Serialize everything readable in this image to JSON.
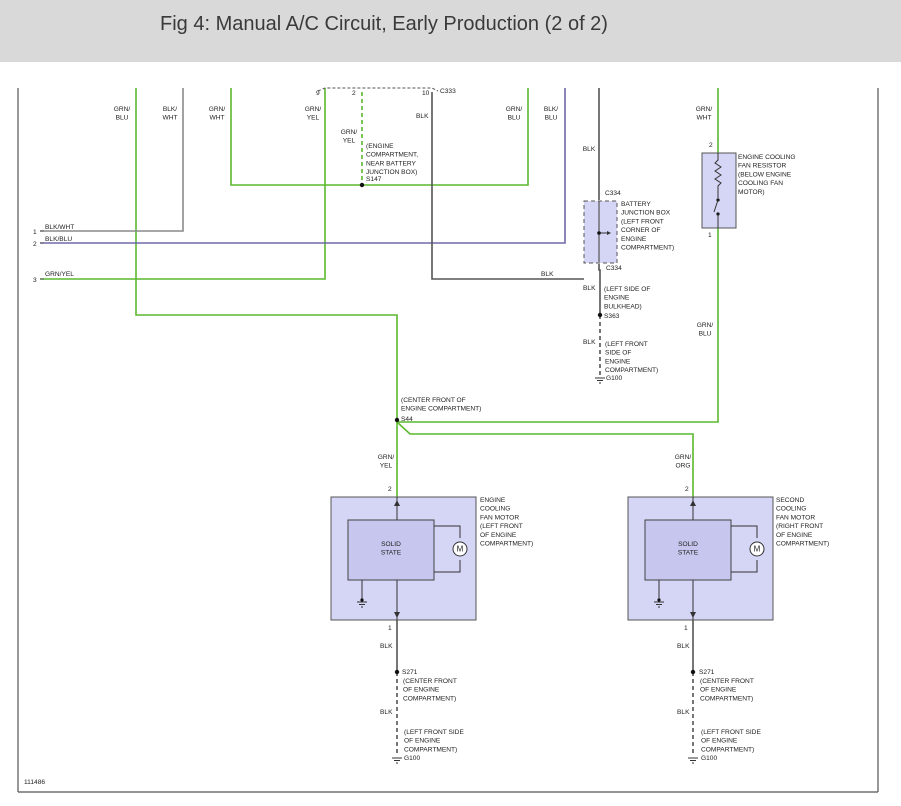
{
  "title": "Fig 4: Manual A/C Circuit, Early Production (2 of 2)",
  "figure_number": "111486",
  "top_wires": [
    {
      "label": "GRN/\nBLU"
    },
    {
      "label": "BLK/\nWHT"
    },
    {
      "label": "GRN/\nWHT"
    },
    {
      "label": "GRN/\nYEL"
    },
    {
      "label": "GRN/\nBLU"
    },
    {
      "label": "BLK/\nBLU"
    },
    {
      "label": "BLK"
    },
    {
      "label": "GRN/\nWHT"
    }
  ],
  "connector_c333": {
    "name": "C333",
    "pins": [
      "9",
      "2",
      "10"
    ],
    "wire_2": "GRN/\nYEL",
    "wire_10": "BLK"
  },
  "splice_s147": {
    "desc": "(ENGINE\nCOMPARTMENT,\nNEAR BATTERY\nJUNCTION BOX)",
    "name": "S147"
  },
  "left_terminals": [
    {
      "pin": "1",
      "wire": "BLK/WHT"
    },
    {
      "pin": "2",
      "wire": "BLK/BLU"
    },
    {
      "pin": "3",
      "wire": "GRN/YEL"
    }
  ],
  "battery_junction_box": {
    "connector_top": "C334",
    "connector_bottom": "C334",
    "desc": "BATTERY\nJUNCTION BOX\n(LEFT FRONT\nCORNER OF\nENGINE\nCOMPARTMENT)",
    "wire_in": "BLK",
    "wire_left": "BLK"
  },
  "splice_s363": {
    "wire_above": "BLK",
    "desc": "(LEFT SIDE OF\nENGINE\nBULKHEAD)",
    "name": "S363",
    "wire_below": "BLK"
  },
  "ground_g100_top": {
    "desc": "(LEFT FRONT\nSIDE OF\nENGINE\nCOMPARTMENT)",
    "name": "G100"
  },
  "fan_resistor": {
    "desc": "ENGINE COOLING\nFAN RESISTOR\n(BELOW ENGINE\nCOOLING FAN\nMOTOR)",
    "pin_top": "2",
    "pin_bottom": "1",
    "wire_top": "GRN/\nWHT",
    "wire_bottom": "GRN/\nBLU"
  },
  "splice_s44": {
    "desc": "(CENTER FRONT OF\nENGINE COMPARTMENT)",
    "name": "S44"
  },
  "motor_1": {
    "wire_in": "GRN/\nYEL",
    "pin_top": "2",
    "pin_bottom": "1",
    "desc": "ENGINE\nCOOLING\nFAN MOTOR\n(LEFT FRONT\nOF ENGINE\nCOMPARTMENT)",
    "inner_label": "SOLID\nSTATE",
    "motor_symbol": "M",
    "wire_out": "BLK",
    "splice_name": "S271",
    "splice_desc": "(CENTER FRONT\nOF ENGINE\nCOMPARTMENT)",
    "wire_ground": "BLK",
    "ground_desc": "(LEFT FRONT SIDE\nOF ENGINE\nCOMPARTMENT)",
    "ground_name": "G100"
  },
  "motor_2": {
    "wire_in": "GRN/\nORG",
    "pin_top": "2",
    "pin_bottom": "1",
    "desc": "SECOND\nCOOLING\nFAN MOTOR\n(RIGHT FRONT\nOF ENGINE\nCOMPARTMENT)",
    "inner_label": "SOLID\nSTATE",
    "motor_symbol": "M",
    "wire_out": "BLK",
    "splice_name": "S271",
    "splice_desc": "(CENTER FRONT\nOF ENGINE\nCOMPARTMENT)",
    "wire_ground": "BLK",
    "ground_desc": "(LEFT FRONT SIDE\nOF ENGINE\nCOMPARTMENT)",
    "ground_name": "G100"
  }
}
